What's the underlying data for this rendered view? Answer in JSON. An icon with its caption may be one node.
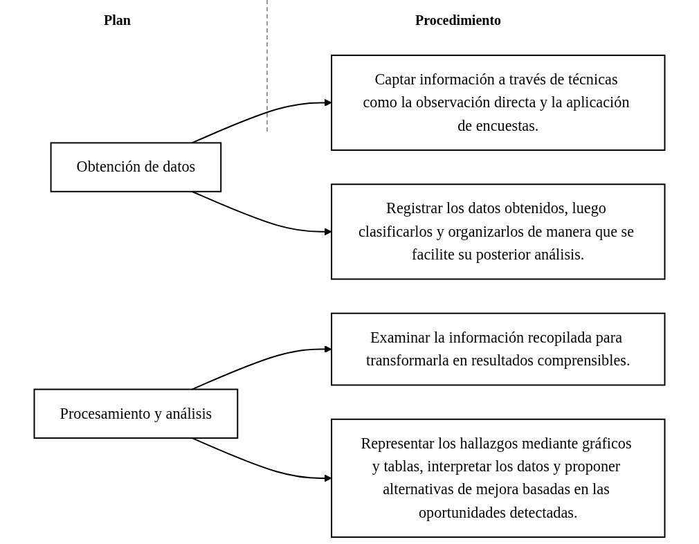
{
  "diagram": {
    "nodes": [
      {
        "text": [
          "Obtención de datos"
        ]
      },
      {
        "text": [
          "Captar información a través de técnicas como la observación directa y la aplicación de encuestas."
        ]
      },
      {
        "text": [
          "Registrar los datos obtenidos, luego clasificarlos y organizarlos de manera que se facilite su posterior análisis."
        ]
      },
      {
        "text": [
          "Procesamiento y análisis"
        ]
      },
      {
        "text": [
          "Examinar la información recopilada para transformarla en resultados comprensibles."
        ]
      },
      {
        "text": [
          "Representar los hallazgos mediante gráficos y tablas, interpretar los datos y proponer alternativas de mejora basadas en las oportunidades detectadas."
        ]
      }
    ],
    "edges": [
      {
        "from": 0,
        "to": 1,
        "arrow": "to"
      },
      {
        "from": 0,
        "to": 2,
        "arrow": "to"
      },
      {
        "from": 3,
        "to": 4,
        "arrow": "to"
      },
      {
        "from": 3,
        "to": 5,
        "arrow": "to"
      }
    ],
    "labels": [
      "Plan",
      "Procedimiento"
    ]
  }
}
